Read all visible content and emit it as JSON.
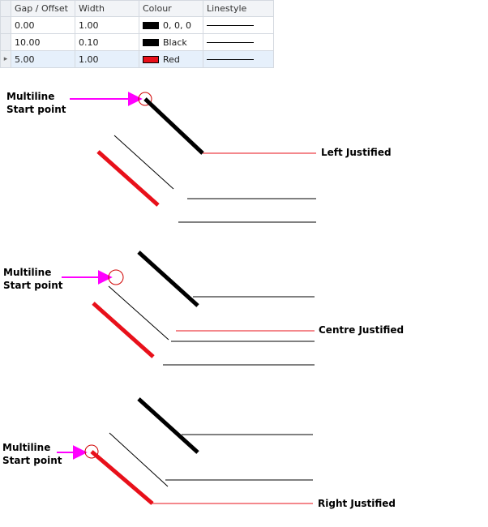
{
  "table": {
    "headers": {
      "offset": "Gap / Offset",
      "width": "Width",
      "colour": "Colour",
      "linestyle": "Linestyle"
    },
    "row_marker": "▸",
    "rows": [
      {
        "offset": "0.00",
        "width": "1.00",
        "colour_label": "0, 0, 0",
        "swatch": "#000000"
      },
      {
        "offset": "10.00",
        "width": "0.10",
        "colour_label": "Black",
        "swatch": "#000000"
      },
      {
        "offset": "5.00",
        "width": "1.00",
        "colour_label": "Red",
        "swatch": "#e8101a"
      }
    ]
  },
  "diagram": {
    "colors": {
      "arrow": "#ff00ff",
      "marker": "#d00000",
      "thick": "#000000",
      "red": "#e8101a",
      "thin": "#000000"
    },
    "examples": [
      {
        "start_label_line1": "Multiline",
        "start_label_line2": "Start point",
        "justification": "Left Justified"
      },
      {
        "start_label_line1": "Multiline",
        "start_label_line2": "Start point",
        "justification": "Centre Justified"
      },
      {
        "start_label_line1": "Multiline",
        "start_label_line2": "Start point",
        "justification": "Right Justified"
      }
    ]
  }
}
